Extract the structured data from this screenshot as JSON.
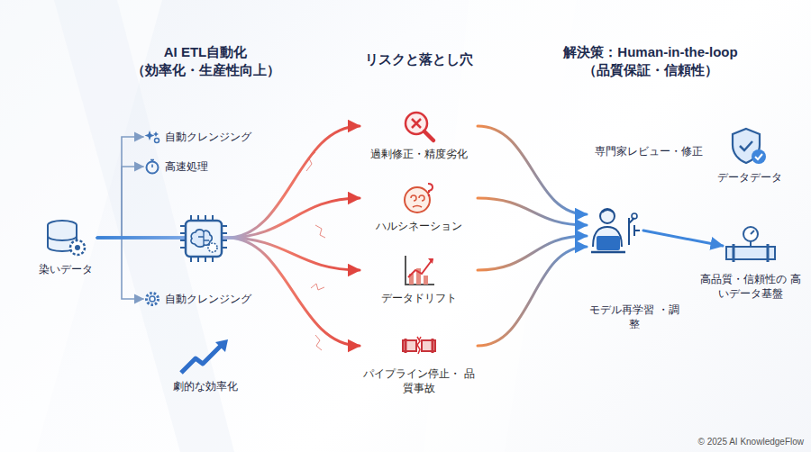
{
  "diagram": {
    "nodes": [
      {
        "text": [
          "染いデータ"
        ]
      },
      {
        "text": [
          "自動クレンジング"
        ]
      },
      {
        "text": [
          "高速処理"
        ]
      },
      {
        "text": [
          "自動クレンジング"
        ]
      },
      {
        "text": [
          "劇的な効率化"
        ]
      },
      {
        "text": [
          "過剰修正・精度劣化"
        ]
      },
      {
        "text": [
          "ハルシネーション"
        ]
      },
      {
        "text": [
          "データドリフト"
        ]
      },
      {
        "text": [
          "パイプライン停止・ 品質事故"
        ]
      },
      {
        "text": [
          "専門家レビュー・修正",
          "モデル再学習 ・調整"
        ]
      },
      {
        "text": [
          "データデータ"
        ]
      },
      {
        "text": [
          "高品質・信頼性の 高いデータ基盤"
        ]
      }
    ],
    "edges": [
      {
        "from": 0,
        "to": 1,
        "arrow": "to"
      },
      {
        "from": 0,
        "to": 2,
        "arrow": "to"
      },
      {
        "from": 0,
        "to": 3,
        "arrow": "to"
      },
      {
        "from": 0,
        "to": 5,
        "arrow": "to"
      },
      {
        "from": 0,
        "to": 6,
        "arrow": "to"
      },
      {
        "from": 0,
        "to": 7,
        "arrow": "to"
      },
      {
        "from": 0,
        "to": 8,
        "arrow": "to"
      },
      {
        "from": 5,
        "to": 9,
        "arrow": "to"
      },
      {
        "from": 6,
        "to": 9,
        "arrow": "to"
      },
      {
        "from": 7,
        "to": 9,
        "arrow": "to"
      },
      {
        "from": 8,
        "to": 9,
        "arrow": "to"
      },
      {
        "from": 9,
        "to": 11,
        "arrow": "to"
      }
    ],
    "labels": [
      "AI ETL自動化 （効率化・生産性向上）",
      "リスクと落とし穴",
      "解決策：Human-in-the-loop （品質保証・信頼性）",
      "© 2025 AI KnowledgeFlow"
    ]
  }
}
